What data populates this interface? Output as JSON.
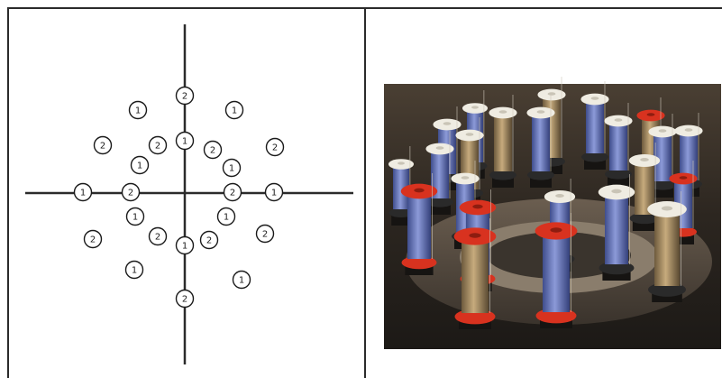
{
  "diagram": {
    "markers": [
      {
        "label": "2"
      },
      {
        "label": "1"
      },
      {
        "label": "1"
      },
      {
        "label": "2"
      },
      {
        "label": "2"
      },
      {
        "label": "1"
      },
      {
        "label": "2"
      },
      {
        "label": "2"
      },
      {
        "label": "1"
      },
      {
        "label": "1"
      },
      {
        "label": "1"
      },
      {
        "label": "2"
      },
      {
        "label": "2"
      },
      {
        "label": "1"
      },
      {
        "label": "1"
      },
      {
        "label": "1"
      },
      {
        "label": "2"
      },
      {
        "label": "2"
      },
      {
        "label": "1"
      },
      {
        "label": "2"
      },
      {
        "label": "2"
      },
      {
        "label": "1"
      },
      {
        "label": "1"
      },
      {
        "label": "2"
      }
    ]
  },
  "photo": {
    "description_icon": "spool-carrier-photo-icon",
    "colors": {
      "flange_red": "#d8321f",
      "flange_white": "#efece2",
      "wire_blue": "#6f7fc4",
      "wire_copper": "#a88a5e",
      "background_dark": "#2a2622"
    }
  }
}
